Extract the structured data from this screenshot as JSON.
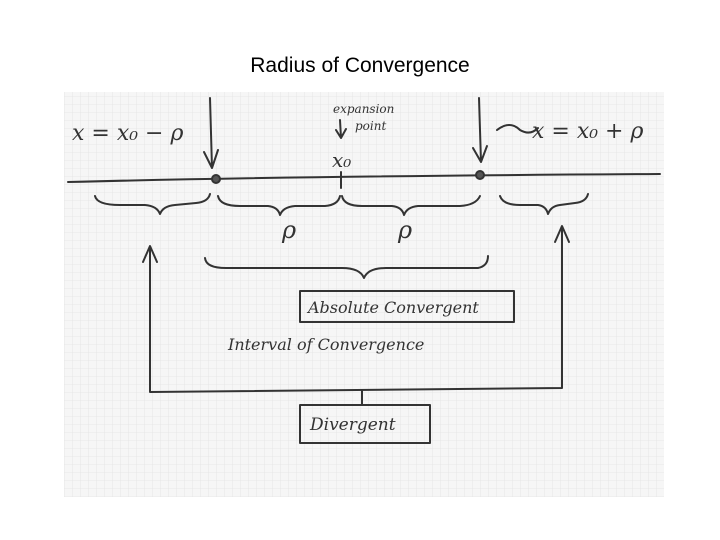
{
  "title": "Radius of Convergence",
  "labels": {
    "left_endpoint": "x = x₀ − ρ",
    "right_endpoint": "x = x₀ + ρ",
    "expansion_point_line1": "expansion",
    "expansion_point_line2": "point",
    "center": "x₀",
    "rho_left": "ρ",
    "rho_right": "ρ",
    "absolute_convergent": "Absolute Convergent",
    "interval_of_convergence": "Interval of Convergence",
    "divergent": "Divergent"
  },
  "colors": {
    "ink": "#333333",
    "paper": "#f4f4f4",
    "grid": "#e2e2e2"
  }
}
